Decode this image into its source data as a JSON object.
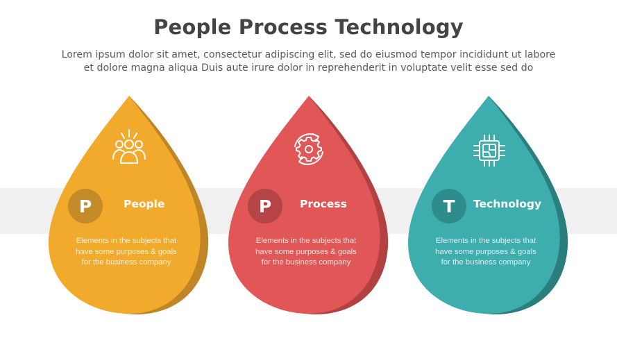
{
  "header": {
    "title": "People Process Technology",
    "subtitle_line1": "Lorem ipsum dolor sit amet, consectetur adipiscing elit, sed do eiusmod tempor incididunt ut labore",
    "subtitle_line2": "et dolore magna aliqua Duis aute irure dolor in reprehenderit in voluptate velit esse sed do"
  },
  "colors": {
    "band": "#f0f0f0",
    "title": "#444444",
    "subtitle": "#5a5a5a"
  },
  "drops": [
    {
      "id": "people",
      "letter": "P",
      "label": "People",
      "icon": "people-group-icon",
      "desc_line1": "Elements in the subjects that",
      "desc_line2": "have  some purposes & goals",
      "desc_line3": "for the  business company",
      "color": "#f2aa2c",
      "shade": "#c08526",
      "badge": "#c38b2a"
    },
    {
      "id": "process",
      "letter": "P",
      "label": "Process",
      "icon": "gear-cycle-icon",
      "desc_line1": "Elements in the subjects that",
      "desc_line2": "have  some purposes & goals",
      "desc_line3": "for the  business company",
      "color": "#e15656",
      "shade": "#b24142",
      "badge": "#b44445"
    },
    {
      "id": "technology",
      "letter": "T",
      "label": "Technology",
      "icon": "microchip-icon",
      "desc_line1": "Elements in the subjects that",
      "desc_line2": "have  some purposes & goals",
      "desc_line3": "for the  business company",
      "color": "#3eadae",
      "shade": "#2a7e7d",
      "badge": "#2e8d8b"
    }
  ]
}
